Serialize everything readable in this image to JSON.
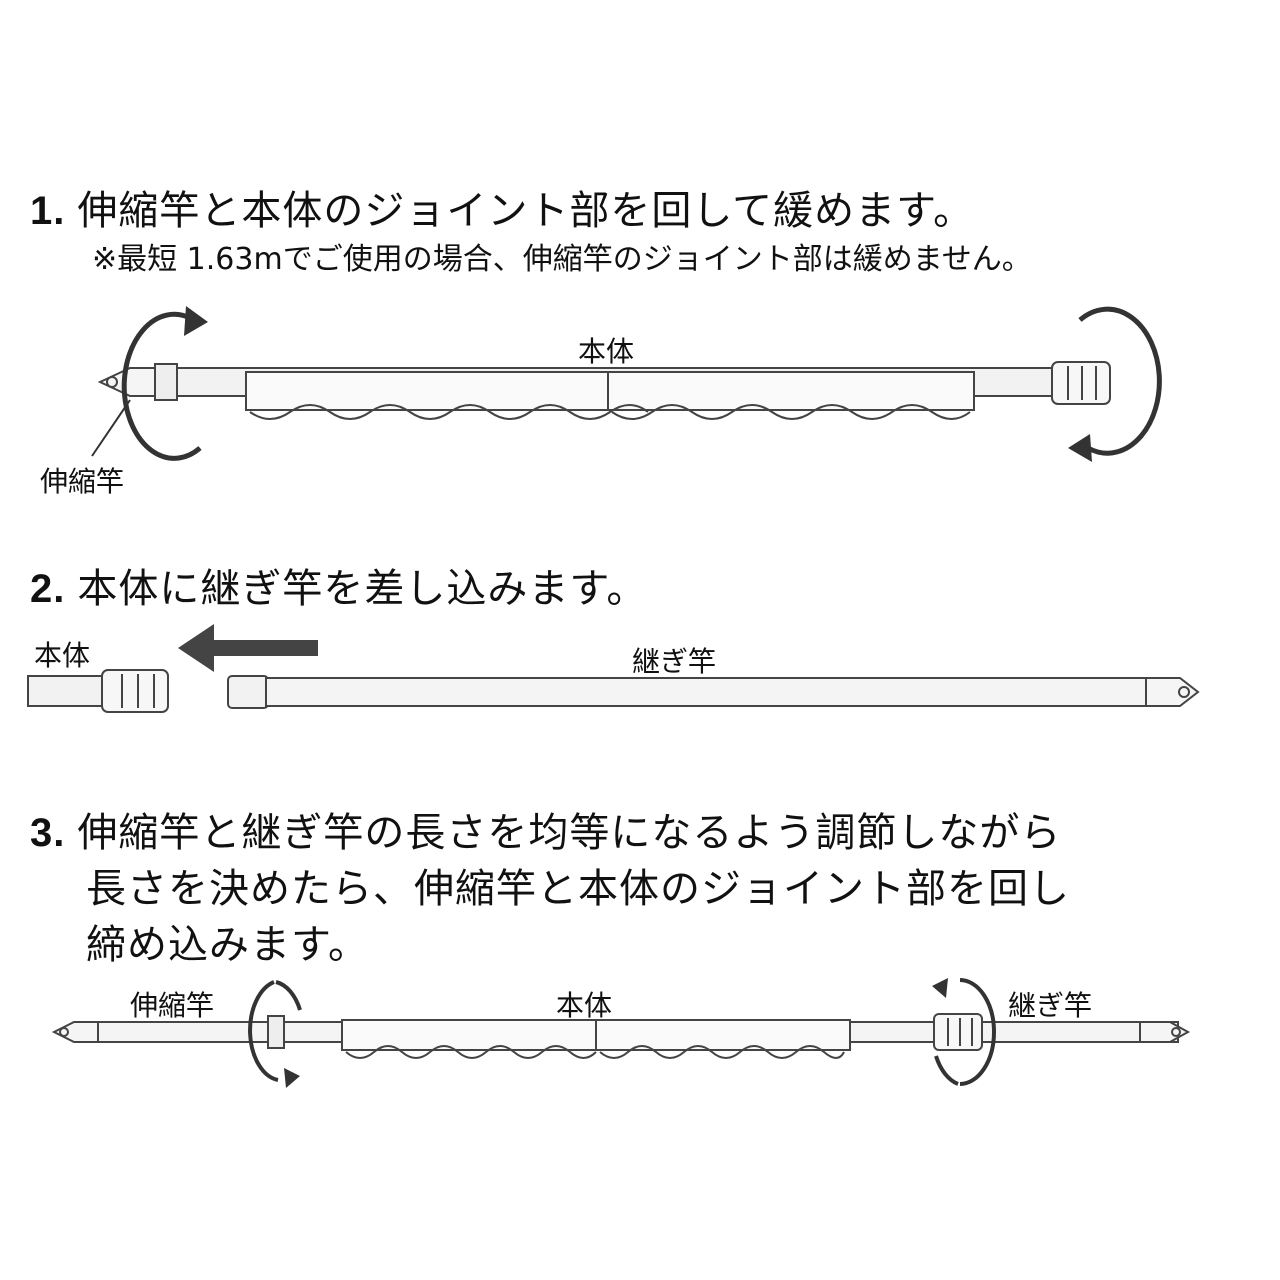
{
  "step1": {
    "number": "1.",
    "title": "伸縮竿と本体のジョイント部を回して緩めます。",
    "note": "※最短 1.63mでご使用の場合、伸縮竿のジョイント部は緩めません。",
    "label_body": "本体",
    "label_telescopic": "伸縮竿"
  },
  "step2": {
    "number": "2.",
    "title": "本体に継ぎ竿を差し込みます。",
    "label_body": "本体",
    "label_extension": "継ぎ竿"
  },
  "step3": {
    "number": "3.",
    "title_line1": "伸縮竿と継ぎ竿の長さを均等になるよう調節しながら",
    "title_line2": "長さを決めたら、伸縮竿と本体のジョイント部を回し",
    "title_line3": "締め込みます。",
    "label_telescopic": "伸縮竿",
    "label_body": "本体",
    "label_extension": "継ぎ竿"
  }
}
